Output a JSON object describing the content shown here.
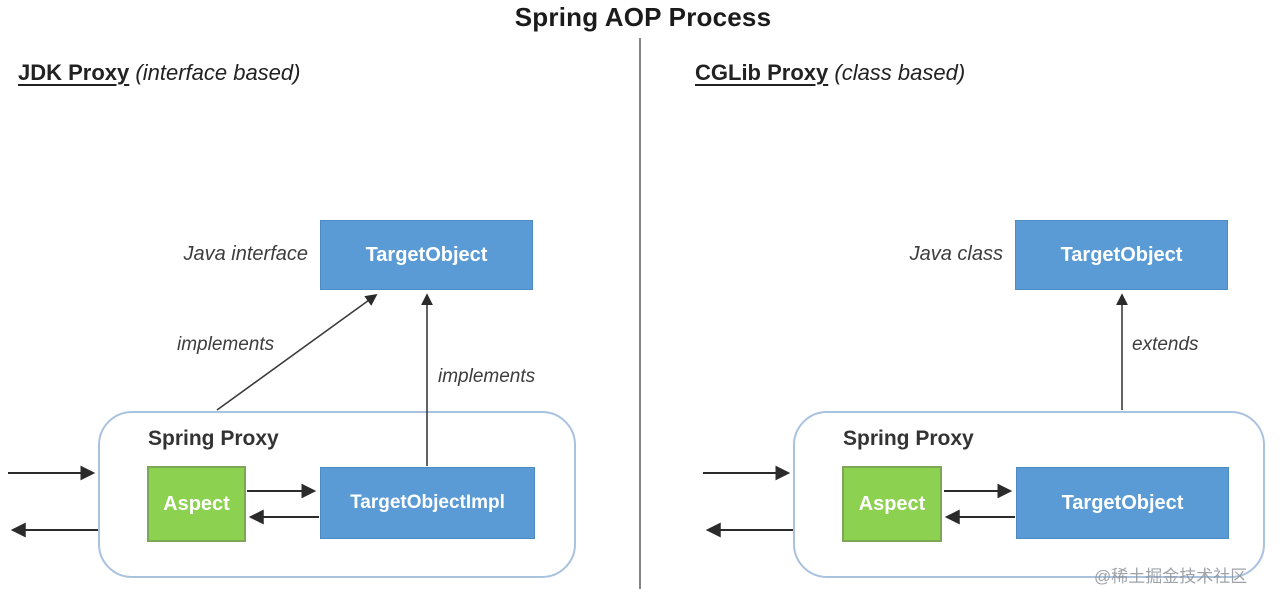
{
  "title": "Spring AOP Process",
  "colors": {
    "box_blue": "#5b9bd5",
    "box_green": "#8cd14f",
    "container_border": "#a9c2de",
    "arrow": "#3c3c3c",
    "divider": "#848484"
  },
  "left": {
    "heading": "JDK Proxy",
    "heading_note": " (interface based)",
    "java_label": "Java interface",
    "top_box": "TargetObject",
    "proxy_label": "Spring Proxy",
    "aspect_box": "Aspect",
    "impl_box": "TargetObjectImpl",
    "edge_diagonal": "implements",
    "edge_vertical": "implements"
  },
  "right": {
    "heading": "CGLib Proxy",
    "heading_note": " (class based)",
    "java_label": "Java class",
    "top_box": "TargetObject",
    "proxy_label": "Spring Proxy",
    "aspect_box": "Aspect",
    "impl_box": "TargetObject",
    "edge_vertical": "extends"
  },
  "watermark": "@稀土掘金技术社区"
}
